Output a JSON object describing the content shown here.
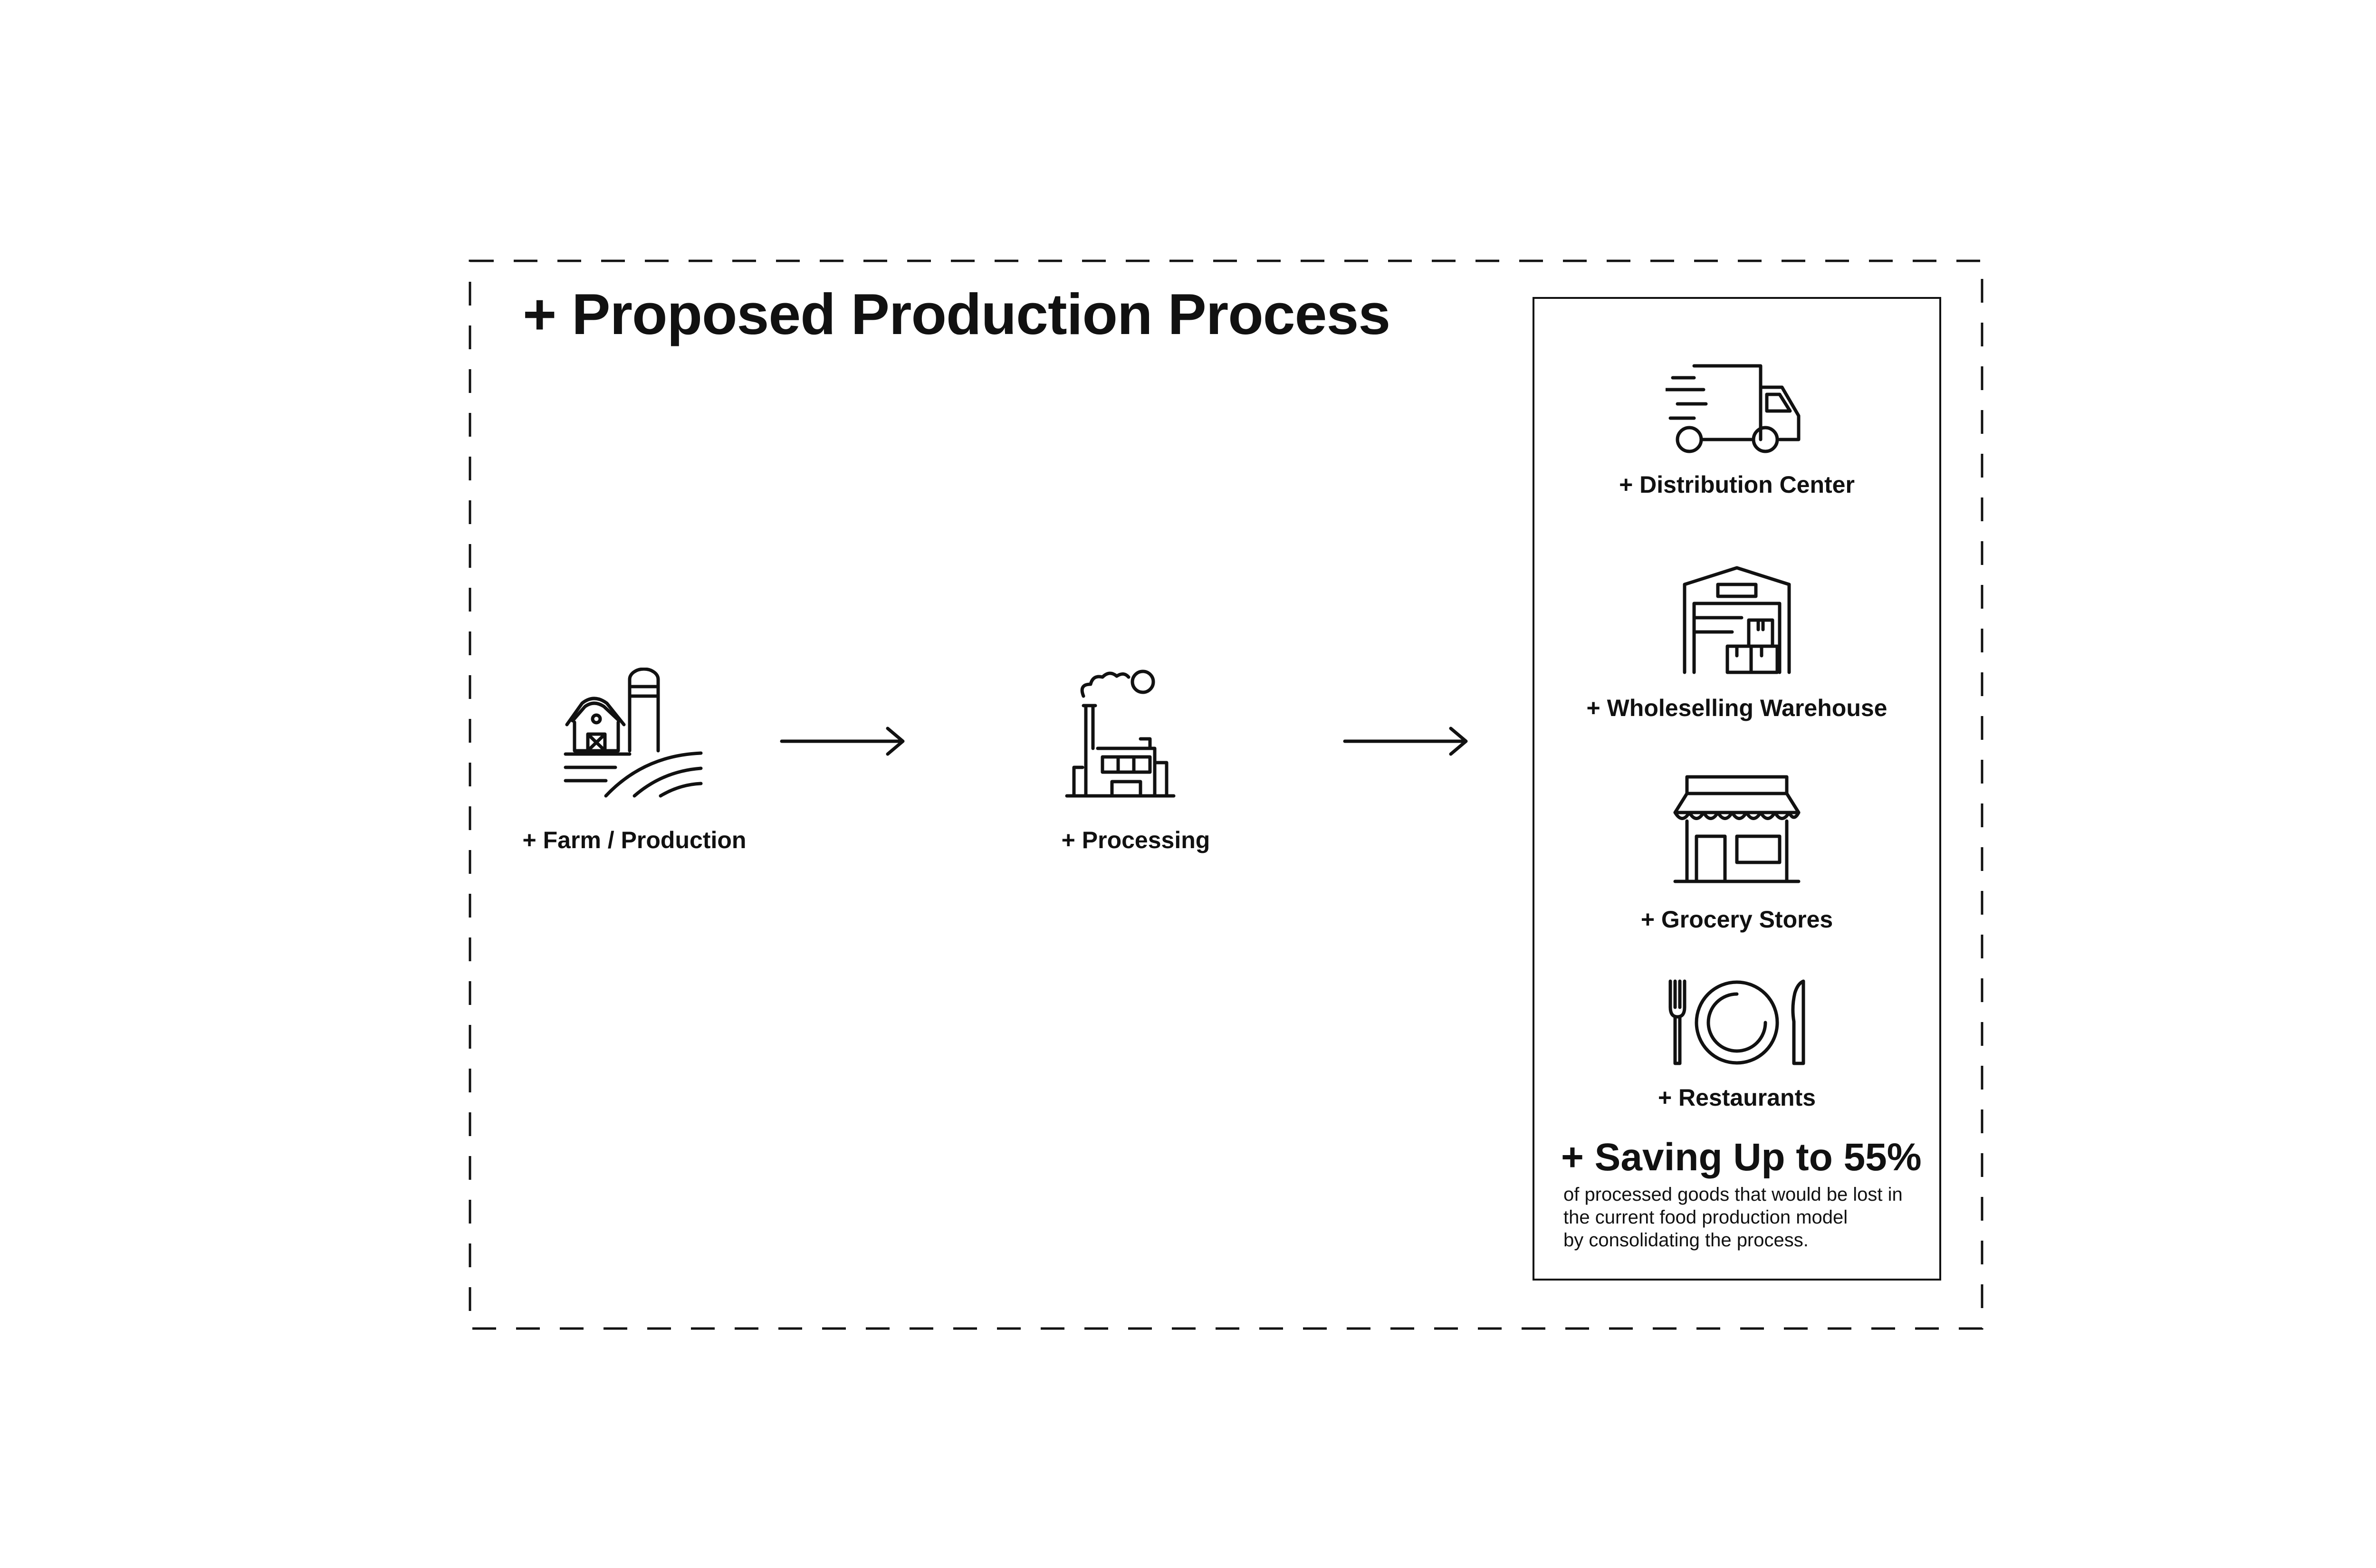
{
  "title": "+ Proposed Production Process",
  "flow": [
    {
      "id": "farm",
      "label": "+ Farm / Production",
      "icon": "farm-barn-silo-icon"
    },
    {
      "id": "processing",
      "label": "+ Processing",
      "icon": "factory-icon"
    }
  ],
  "destinations": [
    {
      "id": "distribution",
      "label": "+ Distribution Center",
      "icon": "delivery-truck-icon"
    },
    {
      "id": "warehouse",
      "label": "+ Wholeselling Warehouse",
      "icon": "warehouse-icon"
    },
    {
      "id": "grocery",
      "label": "+ Grocery Stores",
      "icon": "storefront-icon"
    },
    {
      "id": "restaurants",
      "label": "+ Restaurants",
      "icon": "plate-fork-knife-icon"
    }
  ],
  "saving": {
    "title": "+ Saving Up to 55%",
    "lines": [
      "of processed goods that would be lost in",
      "the current food production model",
      "by consolidating the process."
    ]
  },
  "colors": {
    "ink": "#111111",
    "background": "#ffffff"
  }
}
